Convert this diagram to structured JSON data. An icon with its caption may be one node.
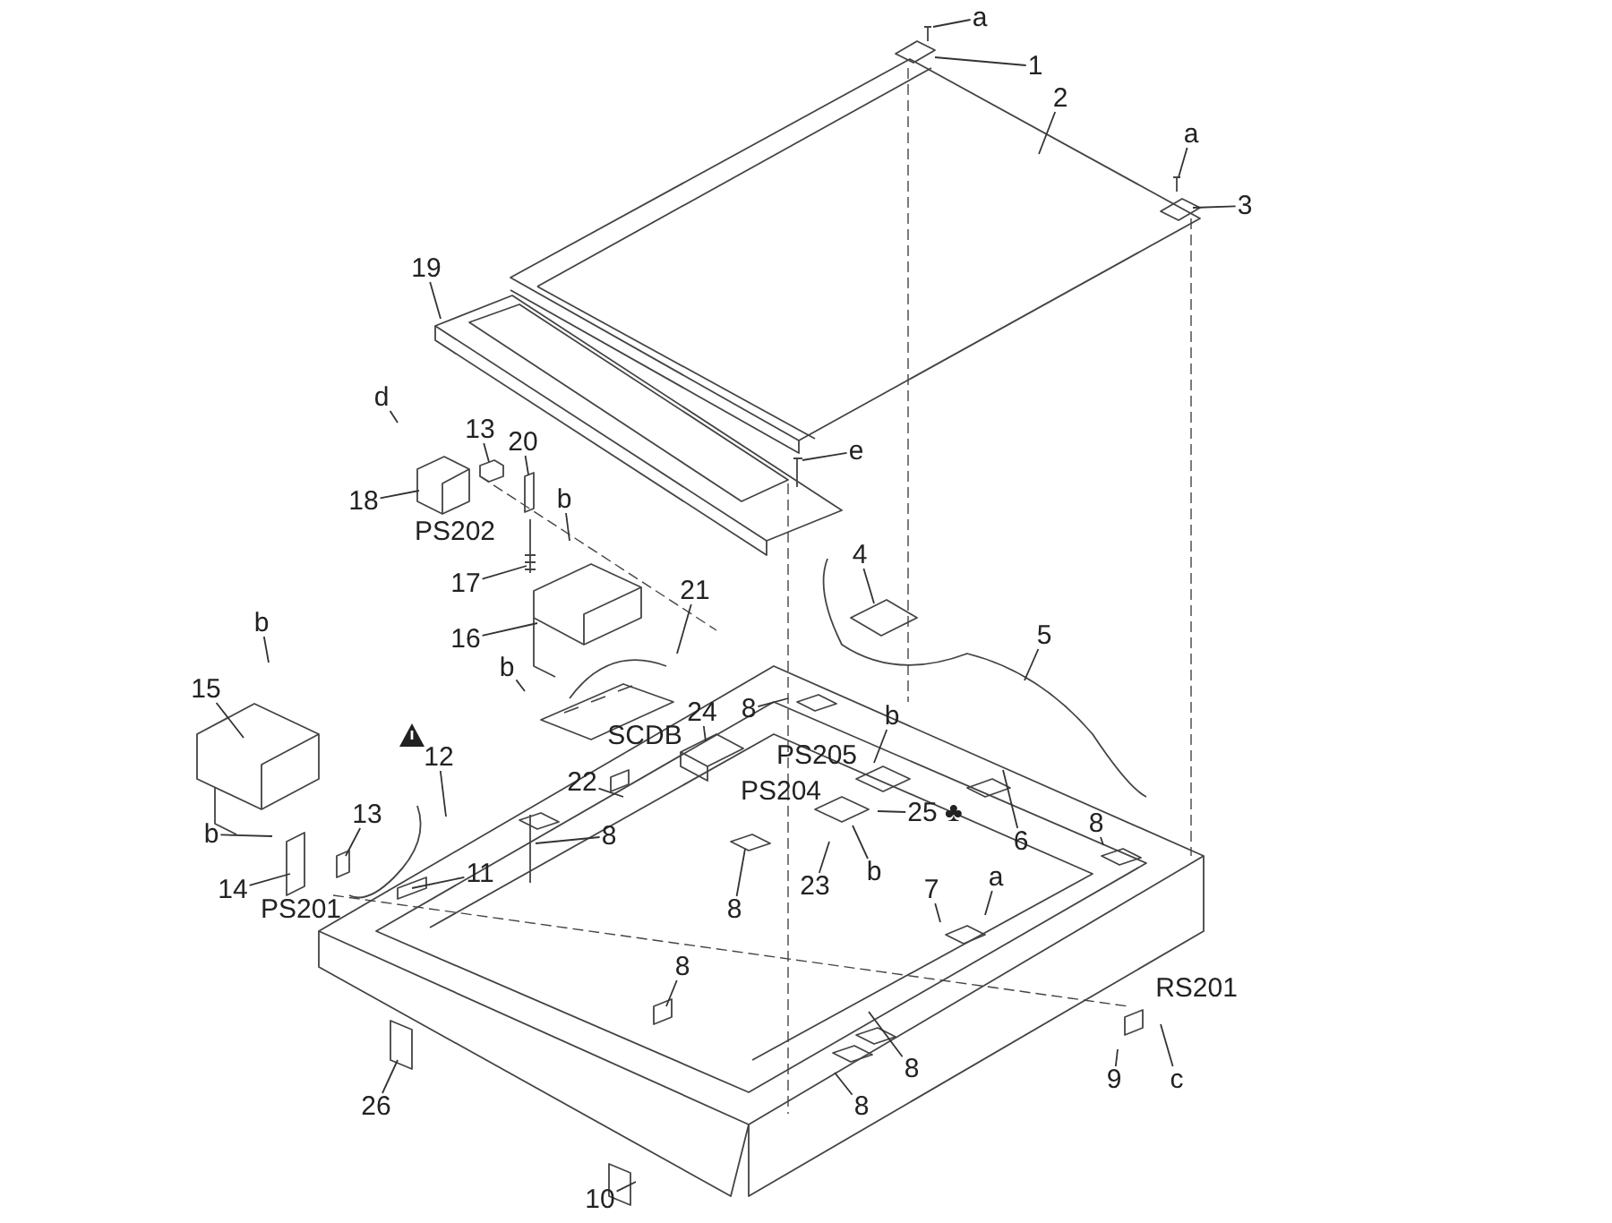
{
  "diagram": {
    "nodes": [
      {
        "text": [
          "a"
        ]
      },
      {
        "text": [
          "1"
        ]
      },
      {
        "text": [
          "2"
        ]
      },
      {
        "text": [
          "a"
        ]
      },
      {
        "text": [
          "3"
        ]
      },
      {
        "text": [
          "19"
        ]
      },
      {
        "text": [
          "d"
        ]
      },
      {
        "text": [
          "13"
        ]
      },
      {
        "text": [
          "20"
        ]
      },
      {
        "text": [
          "e"
        ]
      },
      {
        "text": [
          "b"
        ]
      },
      {
        "text": [
          "18"
        ]
      },
      {
        "text": [
          "4"
        ]
      },
      {
        "text": [
          "17"
        ]
      },
      {
        "text": [
          "21"
        ]
      },
      {
        "text": [
          "b"
        ]
      },
      {
        "text": [
          "5"
        ]
      },
      {
        "text": [
          "16"
        ]
      },
      {
        "text": [
          "b"
        ]
      },
      {
        "text": [
          "15"
        ]
      },
      {
        "text": [
          "8"
        ]
      },
      {
        "text": [
          "24"
        ]
      },
      {
        "text": [
          "b"
        ]
      },
      {
        "text": [
          "12"
        ]
      },
      {
        "text": [
          "22"
        ]
      },
      {
        "text": [
          "25 ♣"
        ]
      },
      {
        "text": [
          "13"
        ]
      },
      {
        "text": [
          "8"
        ]
      },
      {
        "text": [
          "b"
        ]
      },
      {
        "text": [
          "6"
        ]
      },
      {
        "text": [
          "8"
        ]
      },
      {
        "text": [
          "b"
        ]
      },
      {
        "text": [
          "11"
        ]
      },
      {
        "text": [
          "23"
        ]
      },
      {
        "text": [
          "a"
        ]
      },
      {
        "text": [
          "14"
        ]
      },
      {
        "text": [
          "7"
        ]
      },
      {
        "text": [
          "8"
        ]
      },
      {
        "text": [
          "8"
        ]
      },
      {
        "text": [
          "9"
        ]
      },
      {
        "text": [
          "c"
        ]
      },
      {
        "text": [
          "8"
        ]
      },
      {
        "text": [
          "26"
        ]
      },
      {
        "text": [
          "8"
        ]
      },
      {
        "text": [
          "10"
        ]
      }
    ],
    "edges": [
      {
        "from": 0,
        "to": null,
        "arrow": "none"
      },
      {
        "from": 1,
        "to": null,
        "arrow": "none"
      },
      {
        "from": 2,
        "to": null,
        "arrow": "none"
      },
      {
        "from": 3,
        "to": null,
        "arrow": "none"
      },
      {
        "from": 4,
        "to": null,
        "arrow": "none"
      },
      {
        "from": 5,
        "to": null,
        "arrow": "none"
      },
      {
        "from": 6,
        "to": null,
        "arrow": "none"
      },
      {
        "from": 7,
        "to": null,
        "arrow": "none"
      },
      {
        "from": 8,
        "to": null,
        "arrow": "none"
      },
      {
        "from": 9,
        "to": null,
        "arrow": "none"
      },
      {
        "from": 10,
        "to": null,
        "arrow": "none"
      },
      {
        "from": 11,
        "to": null,
        "arrow": "none"
      },
      {
        "from": 12,
        "to": null,
        "arrow": "none"
      },
      {
        "from": 13,
        "to": null,
        "arrow": "none"
      },
      {
        "from": 14,
        "to": null,
        "arrow": "none"
      },
      {
        "from": 15,
        "to": null,
        "arrow": "none"
      },
      {
        "from": 16,
        "to": null,
        "arrow": "none"
      },
      {
        "from": 17,
        "to": null,
        "arrow": "none"
      },
      {
        "from": 18,
        "to": null,
        "arrow": "none"
      },
      {
        "from": 19,
        "to": null,
        "arrow": "none"
      },
      {
        "from": 20,
        "to": null,
        "arrow": "none"
      },
      {
        "from": 21,
        "to": null,
        "arrow": "none"
      },
      {
        "from": 22,
        "to": null,
        "arrow": "none"
      },
      {
        "from": 23,
        "to": null,
        "arrow": "none"
      },
      {
        "from": 24,
        "to": null,
        "arrow": "none"
      },
      {
        "from": 25,
        "to": null,
        "arrow": "none"
      },
      {
        "from": 26,
        "to": null,
        "arrow": "none"
      },
      {
        "from": 27,
        "to": null,
        "arrow": "none"
      },
      {
        "from": 28,
        "to": null,
        "arrow": "none"
      },
      {
        "from": 29,
        "to": null,
        "arrow": "none"
      },
      {
        "from": 30,
        "to": null,
        "arrow": "none"
      },
      {
        "from": 31,
        "to": null,
        "arrow": "none"
      },
      {
        "from": 32,
        "to": null,
        "arrow": "none"
      },
      {
        "from": 33,
        "to": null,
        "arrow": "none"
      },
      {
        "from": 34,
        "to": null,
        "arrow": "none"
      },
      {
        "from": 35,
        "to": null,
        "arrow": "none"
      },
      {
        "from": 36,
        "to": null,
        "arrow": "none"
      },
      {
        "from": 37,
        "to": null,
        "arrow": "none"
      },
      {
        "from": 38,
        "to": null,
        "arrow": "none"
      },
      {
        "from": 39,
        "to": null,
        "arrow": "none"
      },
      {
        "from": 40,
        "to": null,
        "arrow": "none"
      },
      {
        "from": 41,
        "to": null,
        "arrow": "none"
      },
      {
        "from": 42,
        "to": null,
        "arrow": "none"
      },
      {
        "from": 43,
        "to": null,
        "arrow": "none"
      },
      {
        "from": 44,
        "to": null,
        "arrow": "none"
      }
    ],
    "labels": [
      "PS202",
      "SCDB",
      "PS205",
      "PS204",
      "PS201",
      "RS201"
    ]
  }
}
